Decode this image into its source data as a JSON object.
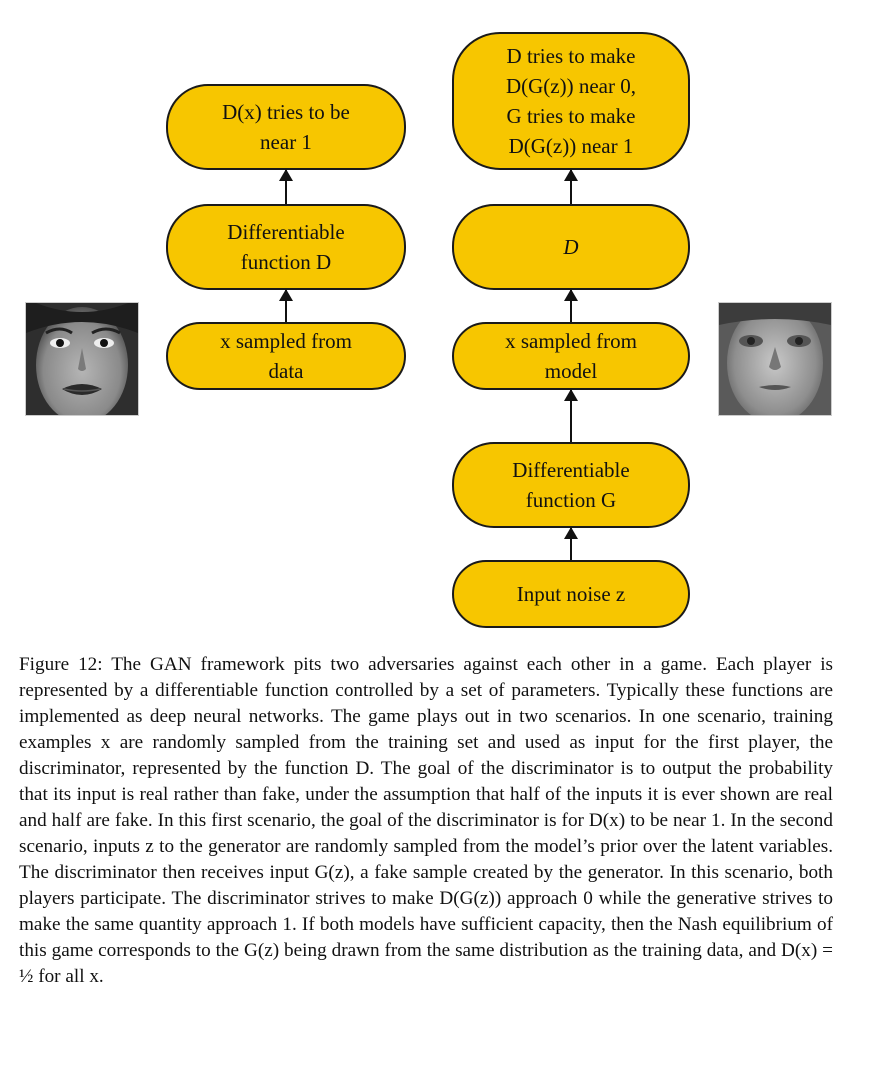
{
  "left_column": {
    "top": {
      "line1": "D(x) tries to be",
      "line2": "near 1"
    },
    "middle": {
      "line1": "Differentiable",
      "line2": "function D"
    },
    "bottom": {
      "line1": "x sampled from",
      "line2": "data"
    }
  },
  "right_column": {
    "top": {
      "line1": "D tries to make",
      "line2": "D(G(z)) near 0,",
      "line3": "G tries to make",
      "line4": "D(G(z)) near 1"
    },
    "d_box": {
      "label": "D"
    },
    "sample": {
      "line1": "x sampled from",
      "line2": "model"
    },
    "generator": {
      "line1": "Differentiable",
      "line2": "function G"
    },
    "noise": {
      "label": "Input noise z"
    }
  },
  "caption": {
    "text": "Figure 12: The GAN framework pits two adversaries against each other in a game. Each player is represented by a differentiable function controlled by a set of parameters. Typically these functions are implemented as deep neural networks. The game plays out in two scenarios. In one scenario, training examples x are randomly sampled from the training set and used as input for the first player, the discriminator, represented by the function D. The goal of the discriminator is to output the probability that its input is real rather than fake, under the assumption that half of the inputs it is ever shown are real and half are fake. In this first scenario, the goal of the discriminator is for D(x) to be near 1. In the second scenario, inputs z to the generator are randomly sampled from the model’s prior over the latent variables. The discriminator then receives input G(z), a fake sample created by the generator. In this scenario, both players participate. The discriminator strives to make D(G(z)) approach 0 while the generative strives to make the same quantity approach 1. If both models have sufficient capacity, then the Nash equilibrium of this game corresponds to the G(z) being drawn from the same distribution as the training data, and D(x) = ½ for all x."
  }
}
